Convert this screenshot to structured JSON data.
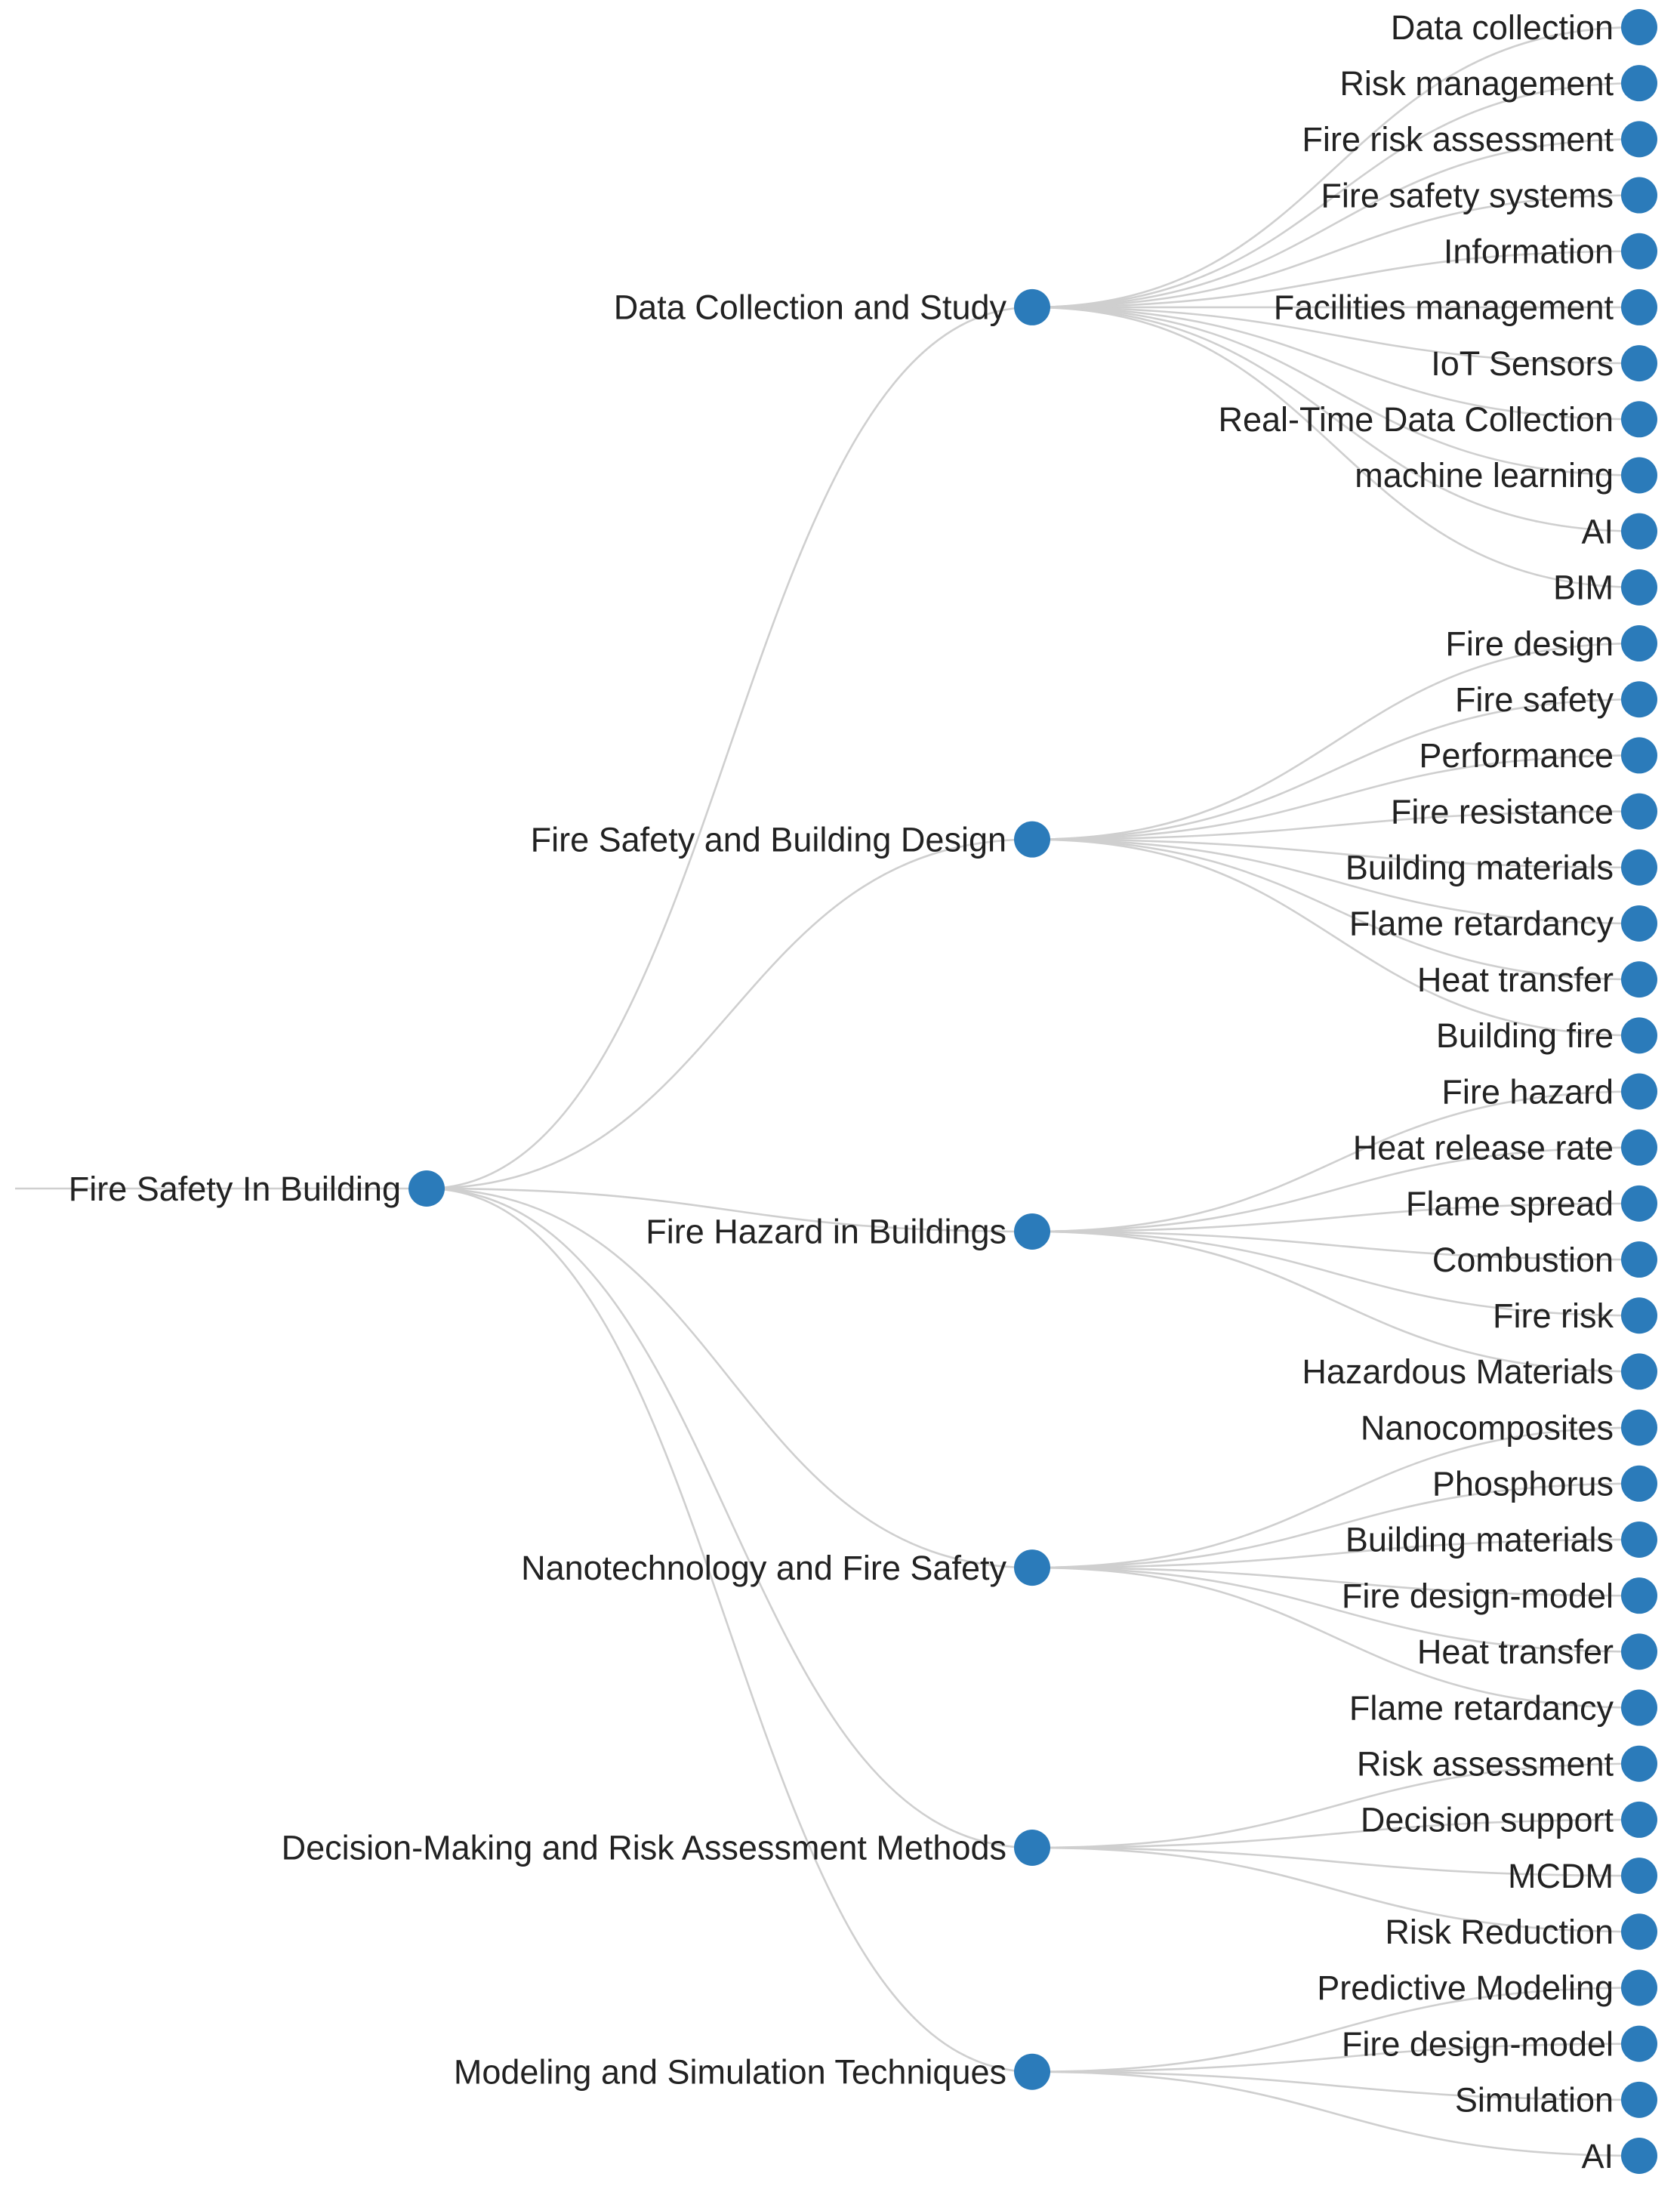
{
  "diagram_type": "horizontal tree",
  "colors": {
    "node": "#2b7bba",
    "link": "#cfcfcf",
    "label": "#222222",
    "background": "#ffffff"
  },
  "root": {
    "label": "Fire Safety In Building",
    "children": [
      {
        "label": "Data Collection and Study",
        "children": [
          "Data collection",
          "Risk management",
          "Fire risk assessment",
          "Fire safety systems",
          "Information",
          "Facilities management",
          "IoT Sensors",
          "Real-Time Data Collection",
          "machine learning",
          "AI",
          "BIM"
        ]
      },
      {
        "label": "Fire Safety and Building Design",
        "children": [
          "Fire design",
          "Fire safety",
          "Performance",
          "Fire resistance",
          "Building materials",
          "Flame retardancy",
          "Heat transfer",
          "Building fire"
        ]
      },
      {
        "label": "Fire Hazard in Buildings",
        "children": [
          "Fire hazard",
          "Heat release rate",
          "Flame spread",
          "Combustion",
          "Fire risk",
          "Hazardous Materials"
        ]
      },
      {
        "label": "Nanotechnology and Fire Safety",
        "children": [
          "Nanocomposites",
          "Phosphorus",
          "Building materials",
          "Fire design-model",
          "Heat transfer",
          "Flame retardancy"
        ]
      },
      {
        "label": "Decision-Making and Risk Assessment Methods",
        "children": [
          "Risk assessment",
          "Decision support",
          "MCDM",
          "Risk Reduction"
        ]
      },
      {
        "label": "Modeling and Simulation Techniques",
        "children": [
          "Predictive Modeling",
          "Fire design-model",
          "Simulation",
          "AI"
        ]
      }
    ]
  }
}
